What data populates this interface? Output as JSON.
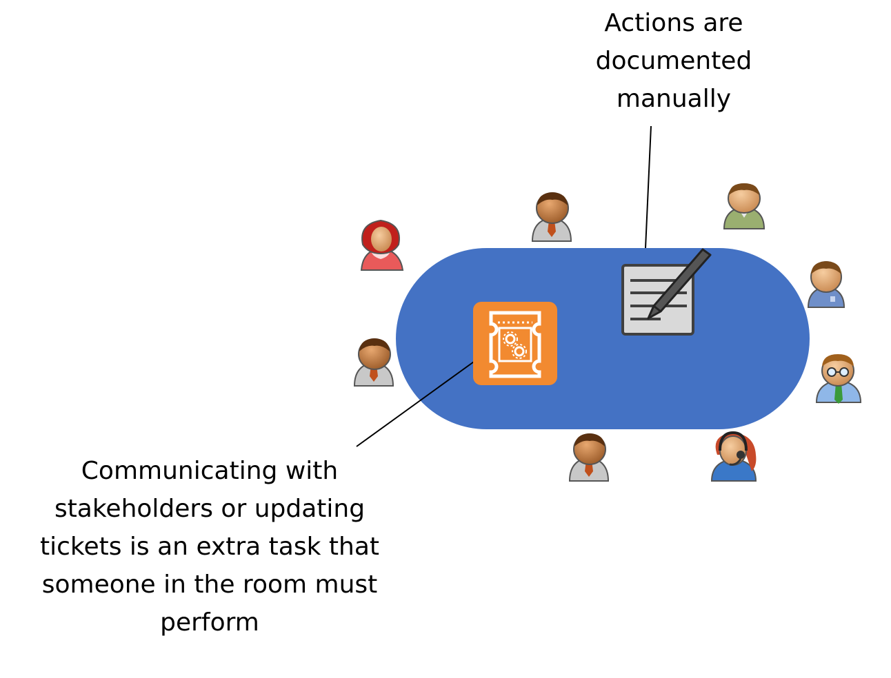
{
  "callouts": {
    "top": {
      "lines": [
        "Actions are",
        "documented",
        "manually"
      ]
    },
    "bottom": {
      "lines": [
        "Communicating with",
        "stakeholders or updating",
        "tickets is an extra task that",
        "someone in the room must",
        "perform"
      ]
    }
  },
  "colors": {
    "table": "#4472C4",
    "ticket_bg": "#F28A30",
    "ticket_fg": "#FFFFFF",
    "notepad_bg": "#D9D9D9",
    "notepad_border": "#404040",
    "leader_line": "#000000",
    "skin": "#B4703A",
    "skin_light": "#E0A472"
  },
  "icons": {
    "ticket": "ticket-gears-icon",
    "notepad": "notepad-pencil-icon",
    "people": [
      "woman-red-icon",
      "man-grey-tie-icon",
      "man-green-icon",
      "man-blue-icon",
      "man-grey-tie-icon",
      "man-glasses-icon",
      "man-grey-tie-icon",
      "woman-headset-icon"
    ]
  }
}
